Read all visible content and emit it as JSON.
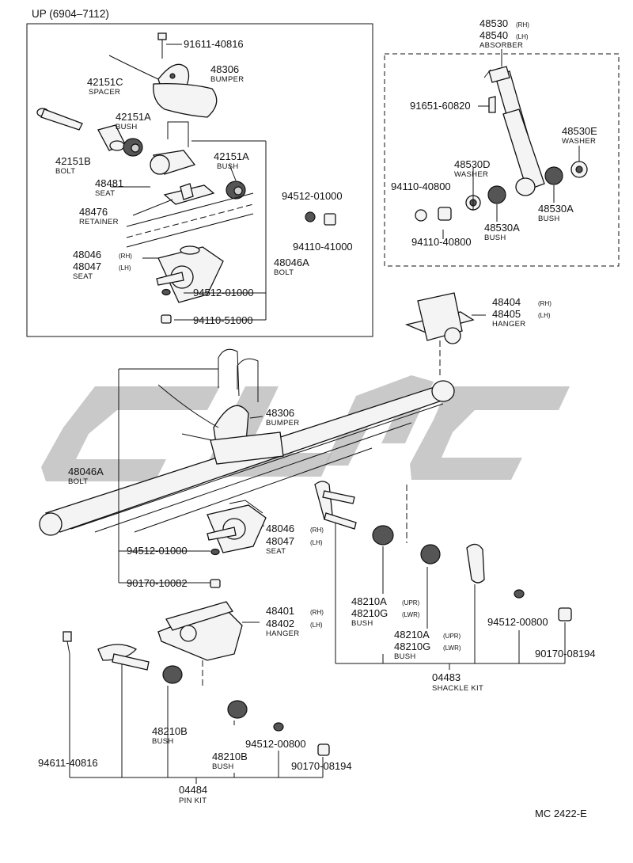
{
  "header": {
    "title": "UP (6904–7112)"
  },
  "footer": {
    "code": "MC 2422-E"
  },
  "watermark": {
    "text": "CLYC",
    "color": "#bdbdbd"
  },
  "inset": {
    "p91611": "91611-40816",
    "p48306": "48306",
    "bumper": "BUMPER",
    "p42151c": "42151C",
    "spacer": "SPACER",
    "p42151a_1": "42151A",
    "bush_1": "BUSH",
    "p42151b": "42151B",
    "bolt_1": "BOLT",
    "p42151a_2": "42151A",
    "bush_2": "BUSH",
    "p48481": "48481",
    "seat_1": "SEAT",
    "p48476": "48476",
    "retainer": "RETAINER",
    "p94512a": "94512-01000",
    "p94110a": "94110-41000",
    "p48046": "48046",
    "rh_1": "(RH)",
    "p48047": "48047",
    "lh_1": "(LH)",
    "seat_2": "SEAT",
    "p48046a": "48046A",
    "bolt_2": "BOLT",
    "p94512b": "94512-01000",
    "p94110b": "94110-51000"
  },
  "absorber": {
    "p48530": "48530",
    "rh": "(RH)",
    "p48540": "48540",
    "lh": "(LH)",
    "label": "ABSORBER",
    "p91651": "91651-60820",
    "p48530e": "48530E",
    "washer_1": "WASHER",
    "p48530d": "48530D",
    "washer_2": "WASHER",
    "p94110a": "94110-40800",
    "p94110b": "94110-40800",
    "p48530a_1": "48530A",
    "bush_1": "BUSH",
    "p48530a_2": "48530A",
    "bush_2": "BUSH"
  },
  "main": {
    "p48404": "48404",
    "rh_1": "(RH)",
    "p48405": "48405",
    "lh_1": "(LH)",
    "hanger_1": "HANGER",
    "p48306": "48306",
    "bumper": "BUMPER",
    "p48046a": "48046A",
    "bolt": "BOLT",
    "p48046": "48046",
    "rh_2": "(RH)",
    "p48047": "48047",
    "lh_2": "(LH)",
    "seat": "SEAT",
    "p94512a": "94512-01000",
    "p90170a": "90170-10082",
    "p48401": "48401",
    "rh_3": "(RH)",
    "p48402": "48402",
    "lh_3": "(LH)",
    "hanger_2": "HANGER",
    "p48210a_1": "48210A",
    "upr_1": "(UPR)",
    "p48210g_1": "48210G",
    "lwr_1": "(LWR)",
    "bush_1": "BUSH",
    "p48210a_2": "48210A",
    "upr_2": "(UPR)",
    "p48210g_2": "48210G",
    "lwr_2": "(LWR)",
    "bush_2": "BUSH",
    "p94512b": "94512-00800",
    "p90170b": "90170-08194",
    "p04483": "04483",
    "shackle_kit": "SHACKLE KIT",
    "p94611": "94611-40816",
    "p48210b_1": "48210B",
    "bush_3": "BUSH",
    "p48210b_2": "48210B",
    "bush_4": "BUSH",
    "p94512c": "94512-00800",
    "p90170c": "90170-08194",
    "p04484": "04484",
    "pin_kit": "PIN KIT"
  }
}
